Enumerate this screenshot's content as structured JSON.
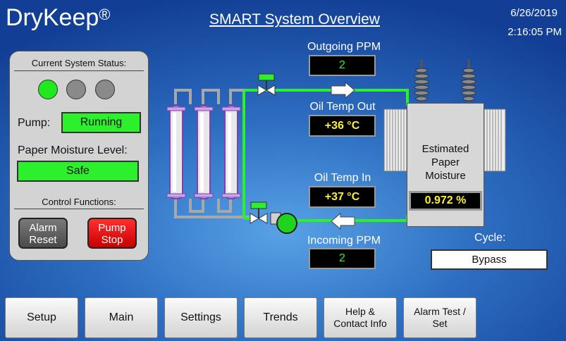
{
  "header": {
    "brand": "DryKeep",
    "brand_mark": "®",
    "title": "SMART System Overview",
    "date": "6/26/2019",
    "time": "2:16:05 PM"
  },
  "status_panel": {
    "current_status_label": "Current System Status:",
    "lamps": [
      {
        "state": "on",
        "color": "#1eea1e"
      },
      {
        "state": "off",
        "color": "#8a8a8a"
      },
      {
        "state": "off",
        "color": "#8a8a8a"
      }
    ],
    "pump_label": "Pump:",
    "pump_value": "Running",
    "moisture_label": "Paper Moisture Level:",
    "moisture_value": "Safe",
    "control_label": "Control Functions:",
    "alarm_reset_label": "Alarm Reset",
    "pump_stop_label": "Pump Stop"
  },
  "process": {
    "outgoing_ppm_label": "Outgoing PPM",
    "outgoing_ppm_value": "2",
    "oil_temp_out_label": "Oil Temp Out",
    "oil_temp_out_value": "+36 °C",
    "oil_temp_in_label": "Oil Temp In",
    "oil_temp_in_value": "+37 °C",
    "incoming_ppm_label": "Incoming PPM",
    "incoming_ppm_value": "2",
    "pipe_color": "#2bf02b"
  },
  "transformer": {
    "label_line1": "Estimated",
    "label_line2": "Paper",
    "label_line3": "Moisture",
    "moisture_value": "0.972 %"
  },
  "cycle": {
    "label": "Cycle:",
    "value": "Bypass"
  },
  "nav": {
    "setup": "Setup",
    "main": "Main",
    "settings": "Settings",
    "trends": "Trends",
    "help_line1": "Help &",
    "help_line2": "Contact Info",
    "alarm_line1": "Alarm Test /",
    "alarm_line2": "Set"
  },
  "colors": {
    "accent_green": "#2bf02b",
    "alarm_red": "#e00000",
    "readout_yellow": "#ffee33"
  }
}
